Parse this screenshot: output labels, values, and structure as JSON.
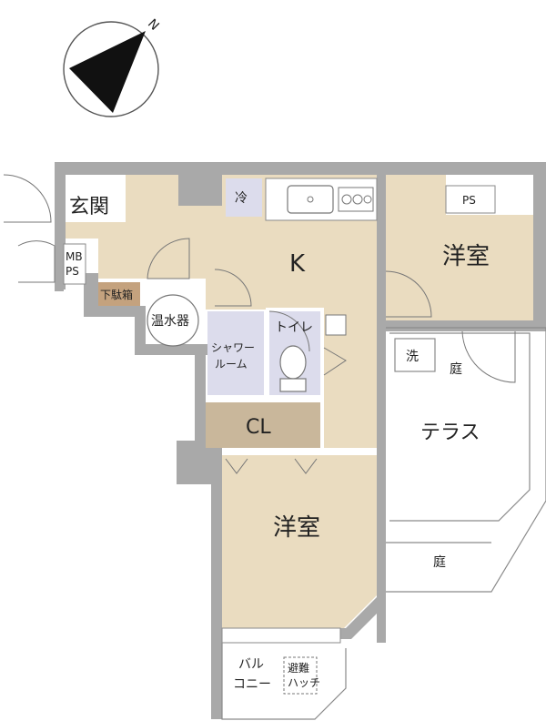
{
  "compass": {
    "north_label": "N"
  },
  "rooms": {
    "genkan": "玄関",
    "mbps": [
      "MB",
      "PS"
    ],
    "getabako": "下駄箱",
    "kitchen": "K",
    "fridge": "冷",
    "water_heater": "温水器",
    "shower": [
      "シャワー",
      "ルーム"
    ],
    "toilet": "トイレ",
    "closet": "CL",
    "western_room_1": "洋室",
    "ps": "PS",
    "western_room_2": "洋室",
    "washer": "洗",
    "terrace": "テラス",
    "garden_1": "庭",
    "garden_2": "庭",
    "balcony": [
      "バル",
      "コニー"
    ],
    "hatch": [
      "避難",
      "ハッチ"
    ]
  },
  "colors": {
    "floor_room": "#eadcc0",
    "floor_wet": "#dcdcec",
    "closet": "#c9b79b",
    "getabako": "#c4a27e",
    "wall": "#a9a9a9",
    "background": "#ffffff"
  }
}
